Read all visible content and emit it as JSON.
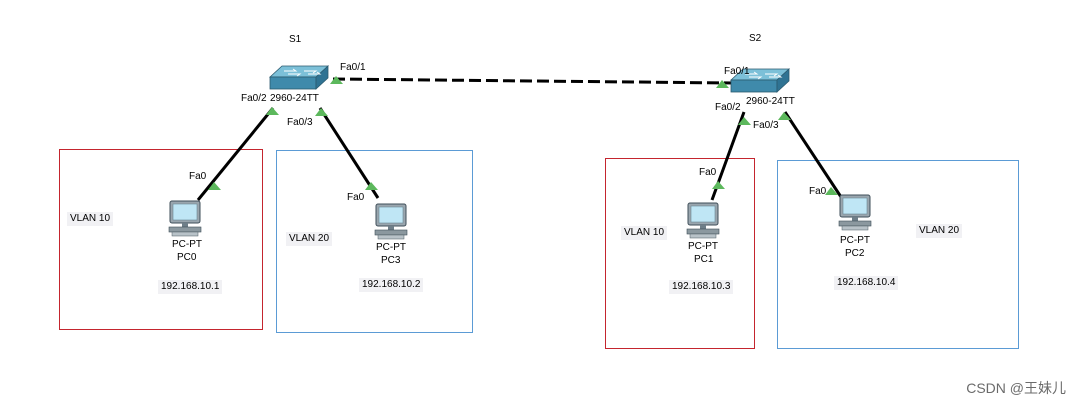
{
  "switches": {
    "s1": {
      "name": "S1",
      "model": "2960-24TT"
    },
    "s2": {
      "name": "S2",
      "model": "2960-24TT"
    }
  },
  "ports": {
    "s1_fa01": "Fa0/1",
    "s1_fa02": "Fa0/2",
    "s1_fa03": "Fa0/3",
    "s2_fa01": "Fa0/1",
    "s2_fa02": "Fa0/2",
    "s2_fa03": "Fa0/3",
    "pc0_fa0": "Fa0",
    "pc3_fa0": "Fa0",
    "pc1_fa0": "Fa0",
    "pc2_fa0": "Fa0"
  },
  "pcs": {
    "pc0": {
      "type": "PC-PT",
      "name": "PC0",
      "ip": "192.168.10.1"
    },
    "pc3": {
      "type": "PC-PT",
      "name": "PC3",
      "ip": "192.168.10.2"
    },
    "pc1": {
      "type": "PC-PT",
      "name": "PC1",
      "ip": "192.168.10.3"
    },
    "pc2": {
      "type": "PC-PT",
      "name": "PC2",
      "ip": "192.168.10.4"
    }
  },
  "vlans": {
    "s1_left": "VLAN 10",
    "s1_right": "VLAN 20",
    "s2_left": "VLAN 10",
    "s2_right": "VLAN 20"
  },
  "colors": {
    "vlan10_border": "#c4252e",
    "vlan20_border": "#5b9bd5",
    "link_up": "#5cb85c",
    "cable": "#000000"
  },
  "watermark": "CSDN @王妹儿"
}
